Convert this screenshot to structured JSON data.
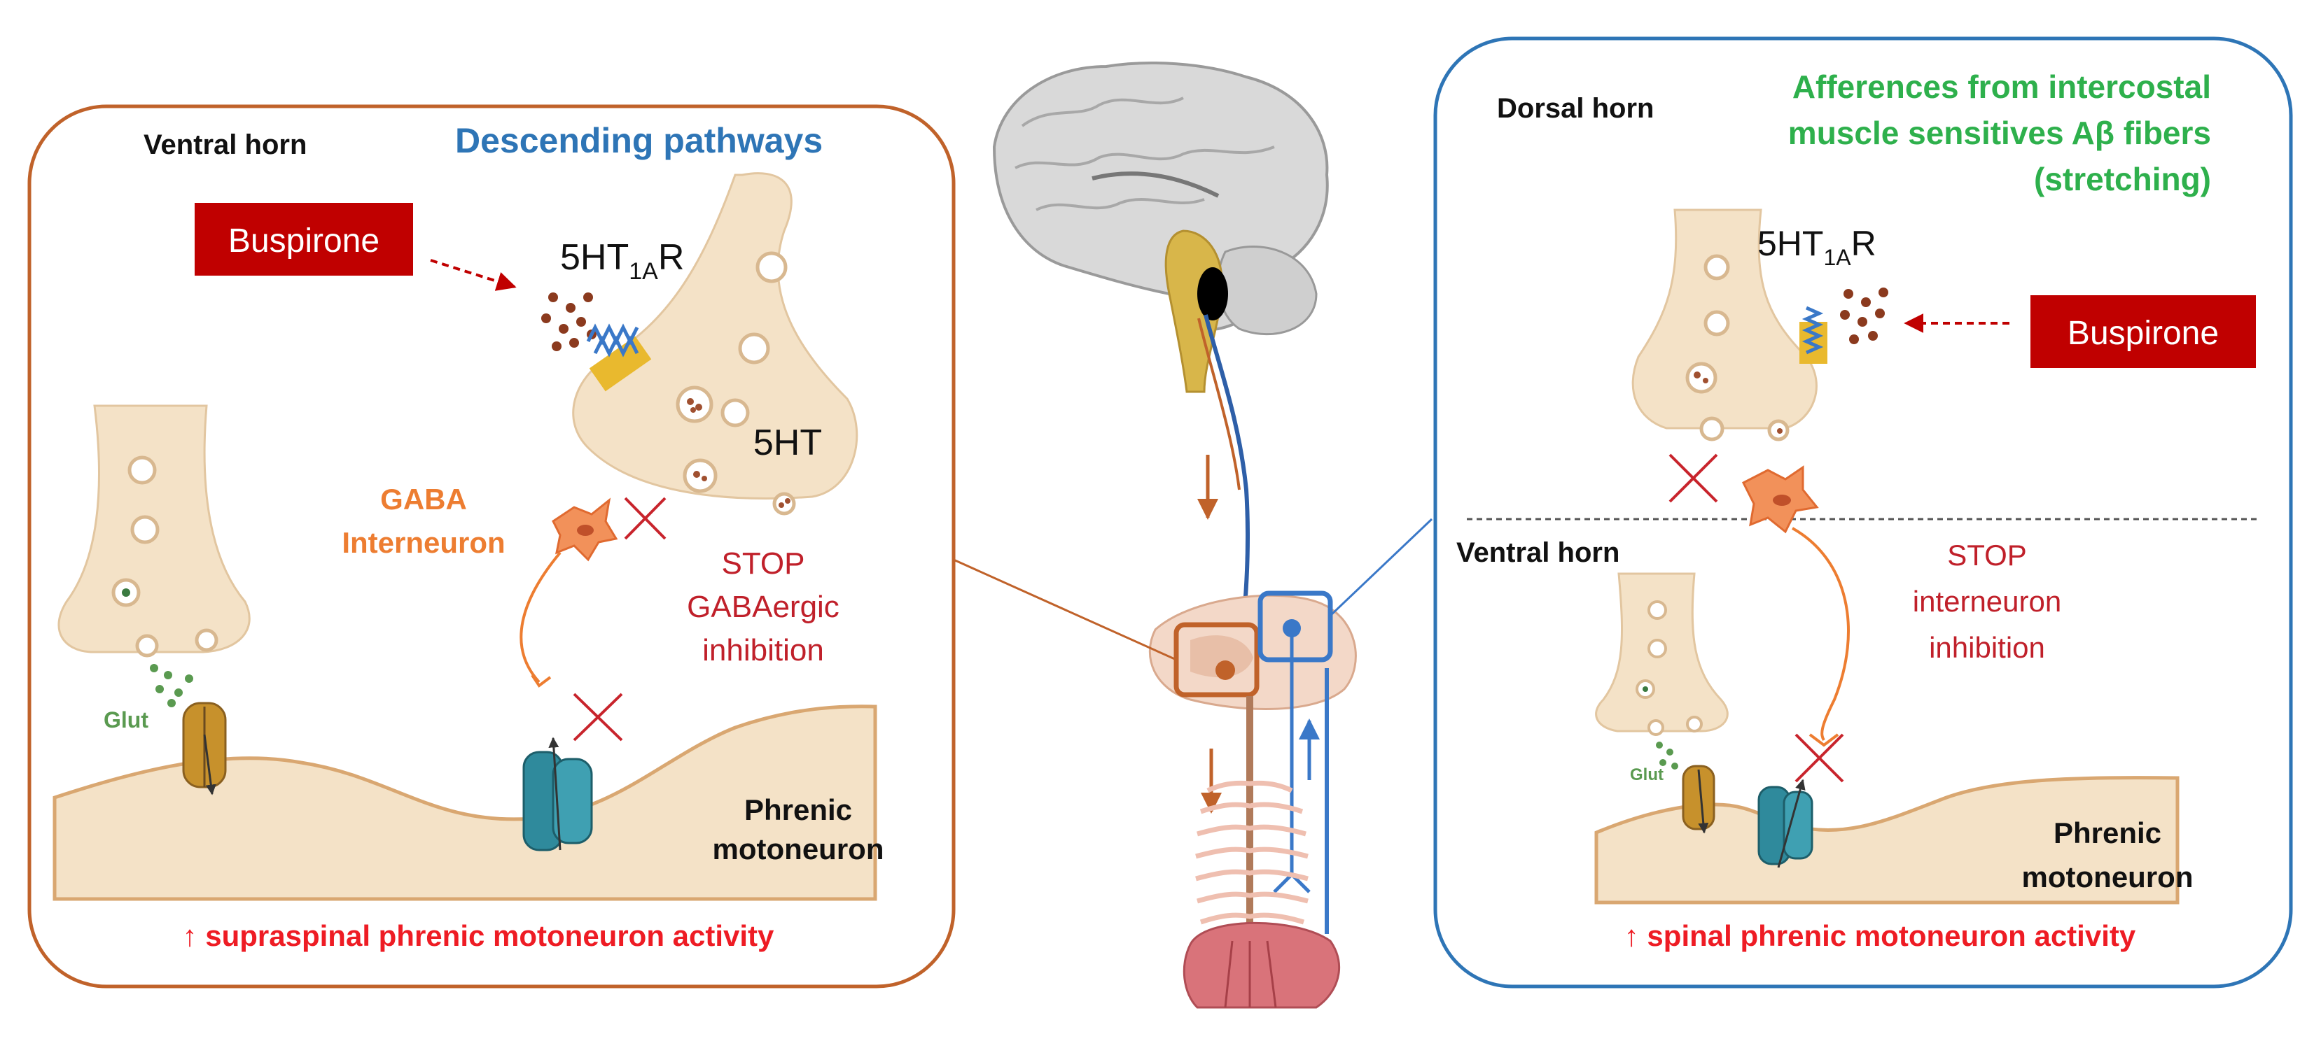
{
  "colors": {
    "left_panel_border": "#c0622a",
    "right_panel_border": "#2e75b6",
    "drug_box": "#c00000",
    "drug_text": "#ffffff",
    "descending_title": "#2e75b6",
    "afference_title": "#2eb04c",
    "gaba_label": "#ed7d31",
    "stop_text": "#c0202a",
    "activity_text": "#ee1c24",
    "neuron_fill": "#f4e2c7",
    "neuron_stroke": "#e2c6a0",
    "receptor_blue": "#3a78c8",
    "channel_teal": "#2f8a9c",
    "glut_green": "#5a9a50",
    "cross_red": "#c8242c"
  },
  "icons": [
    "brain-icon",
    "spinal-cord-section-icon",
    "ribcage-icon",
    "diaphragm-icon",
    "presynaptic-terminal-icon",
    "gaba-interneuron-icon",
    "serotonin-receptor-icon",
    "ion-channel-icon",
    "glutamate-receptor-icon",
    "cross-icon"
  ],
  "left_panel": {
    "ventral_horn": "Ventral horn",
    "descending_pathways": "Descending pathways",
    "buspirone": "Buspirone",
    "receptor_base": "5HT",
    "receptor_sub": "1A",
    "receptor_tail": "R",
    "serotonin": "5HT",
    "gaba_line1": "GABA",
    "gaba_line2": "Interneuron",
    "stop_line1": "STOP",
    "stop_line2": "GABAergic",
    "stop_line3": "inhibition",
    "glut": "Glut",
    "phrenic_line1": "Phrenic",
    "phrenic_line2": "motoneuron",
    "activity": "↑ supraspinal phrenic motoneuron activity"
  },
  "right_panel": {
    "dorsal_horn": "Dorsal horn",
    "aff_line1": "Afferences from intercostal",
    "aff_line2": "muscle sensitives Aβ fibers",
    "aff_line3": "(stretching)",
    "receptor_base": "5HT",
    "receptor_sub": "1A",
    "receptor_tail": "R",
    "buspirone": "Buspirone",
    "ventral_horn": "Ventral horn",
    "stop_line1": "STOP",
    "stop_line2": "interneuron",
    "stop_line3": "inhibition",
    "glut": "Glut",
    "phrenic_line1": "Phrenic",
    "phrenic_line2": "motoneuron",
    "activity": "↑ spinal phrenic motoneuron activity"
  }
}
